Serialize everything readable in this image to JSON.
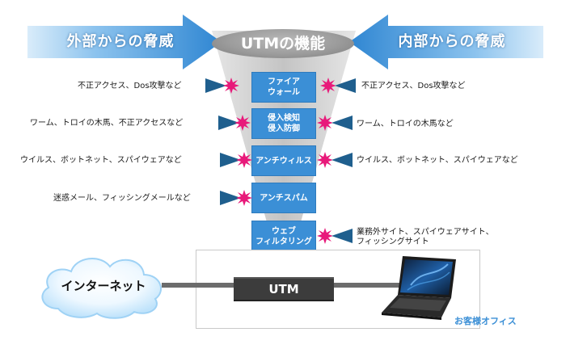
{
  "header": {
    "left_arrow_label": "外部からの脅威",
    "right_arrow_label": "内部からの脅威",
    "center_title": "UTMの機能"
  },
  "functions": [
    {
      "label": "ファイア\nウォール"
    },
    {
      "label": "侵入検知\n侵入防御"
    },
    {
      "label": "アンチウィルス"
    },
    {
      "label": "アンチスパム"
    },
    {
      "label": "ウェブ\nフィルタリング"
    }
  ],
  "external_threats": [
    {
      "text": "不正アクセス、Dos攻撃など"
    },
    {
      "text": "ワーム、トロイの木馬、不正アクセスなど"
    },
    {
      "text": "ウイルス、ボットネット、スパイウェアなど"
    },
    {
      "text": "迷惑メール、フィッシングメールなど"
    }
  ],
  "internal_threats": [
    {
      "text": "不正アクセス、Dos攻撃など"
    },
    {
      "text": "ワーム、トロイの木馬など"
    },
    {
      "text": "ウイルス、ボットネット、スパイウェアなど"
    },
    {
      "text": "業務外サイト、スパイウェアサイト、\nフィッシングサイト"
    }
  ],
  "network": {
    "internet_label": "インターネット",
    "device_label": "UTM",
    "office_label": "お客様オフィス"
  },
  "colors": {
    "arrow_blue": "#3b8fd6",
    "box_blue": "#3b8fd6",
    "burst_magenta": "#e8197a",
    "small_arrow": "#1f5f8e",
    "funnel_gray": "#c8c8c8"
  },
  "icons": {
    "threat_marker": "starburst-icon",
    "pointer": "arrow-icon",
    "cloud": "cloud-icon",
    "laptop": "laptop-icon"
  }
}
